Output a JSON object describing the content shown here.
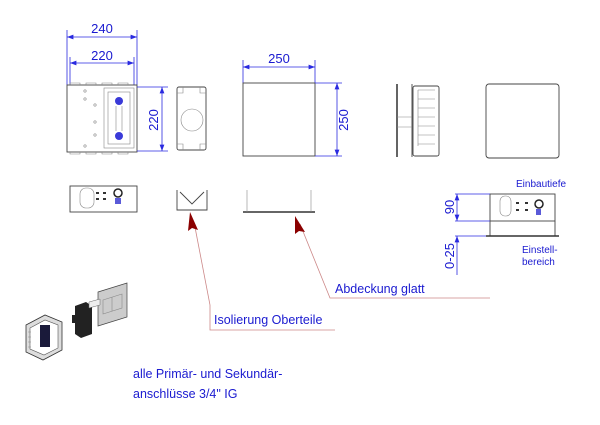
{
  "dimensions": {
    "box_outer_width": "240",
    "box_inner_width": "220",
    "box_height": "220",
    "cover_width": "250",
    "cover_height": "250",
    "install_depth": "90",
    "adjust_range": "0-25"
  },
  "labels": {
    "install_depth": "Einbautiefe",
    "adjust_range_line1": "Einstell-",
    "adjust_range_line2": "bereich",
    "insulation": "Isolierung Oberteile",
    "cover": "Abdeckung glatt",
    "note_line1": "alle Primär- und Sekundär-",
    "note_line2": "anschlüsse 3/4\" IG"
  },
  "colors": {
    "dimension": "#2a2ae0",
    "leader": "#c88888",
    "arrow": "#8b0000"
  }
}
